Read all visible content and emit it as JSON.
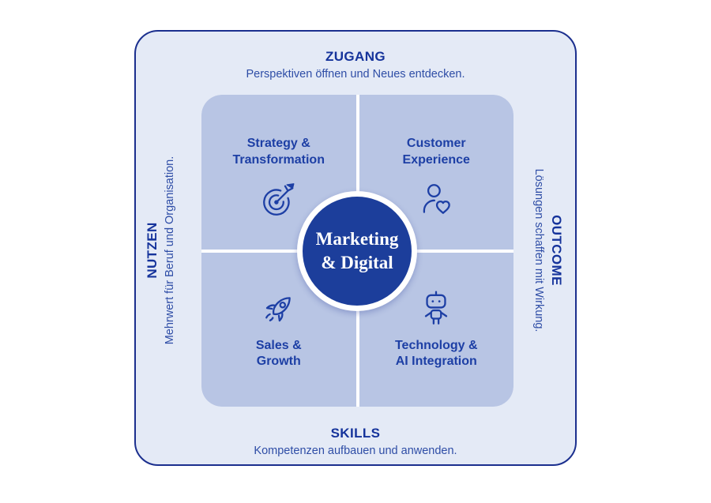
{
  "center": {
    "line1": "Marketing",
    "line2": "& Digital"
  },
  "edges": {
    "top": {
      "title": "ZUGANG",
      "subtitle": "Perspektiven öffnen und Neues entdecken."
    },
    "right": {
      "title": "OUTCOME",
      "subtitle": "Lösungen schaffen mit Wirkung."
    },
    "bottom": {
      "title": "SKILLS",
      "subtitle": "Kompetenzen aufbauen und anwenden."
    },
    "left": {
      "title": "NUTZEN",
      "subtitle": "Mehrwert für Beruf und Organisation."
    }
  },
  "quadrants": [
    {
      "label": "Strategy &\nTransformation",
      "icon": "target-dart-icon"
    },
    {
      "label": "Customer\nExperience",
      "icon": "person-heart-icon"
    },
    {
      "label": "Sales &\nGrowth",
      "icon": "rocket-icon"
    },
    {
      "label": "Technology &\nAI Integration",
      "icon": "robot-icon"
    }
  ],
  "colors": {
    "card_background": "#e4eaf6",
    "card_border": "#1b2f8e",
    "quadrant_background": "#b8c5e4",
    "center_circle": "#1c3e9b",
    "heading_text": "#15339b",
    "body_text": "#2e4da6",
    "icon_stroke": "#1d3fa5"
  }
}
